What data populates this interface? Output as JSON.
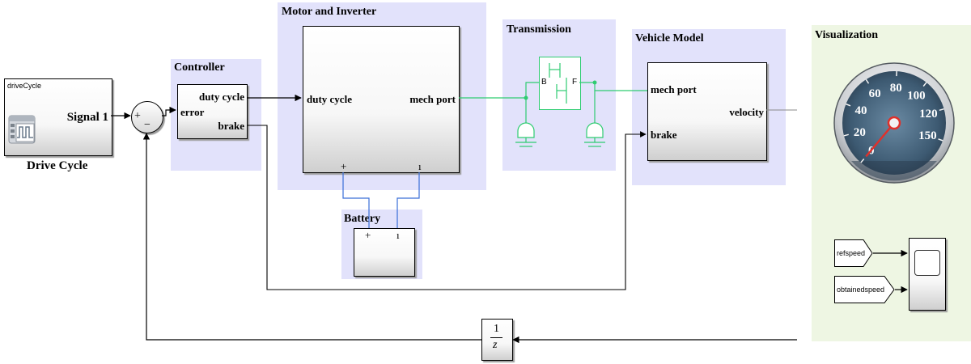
{
  "drive_cycle": {
    "block_name": "driveCycle",
    "signal_label": "Signal 1",
    "caption": "Drive Cycle"
  },
  "sum": {
    "plus": "+",
    "minus": "−"
  },
  "controller": {
    "title": "Controller",
    "in_error": "error",
    "out_duty_cycle": "duty cycle",
    "out_brake": "brake"
  },
  "motor": {
    "title": "Motor and Inverter",
    "in_duty_cycle": "duty cycle",
    "out_mech_port": "mech port",
    "plus": "+",
    "minus": "ı"
  },
  "battery": {
    "title": "Battery",
    "plus": "+",
    "minus": "ı"
  },
  "transmission": {
    "title": "Transmission",
    "port_b": "B",
    "port_f": "F"
  },
  "vehicle": {
    "title": "Vehicle Model",
    "in_mech_port": "mech port",
    "in_brake": "brake",
    "out_velocity": "velocity"
  },
  "visualization": {
    "title": "Visualization",
    "gauge_labels": [
      "0",
      "20",
      "40",
      "60",
      "80",
      "100",
      "120",
      "150"
    ],
    "gauge_needle_value": 0,
    "goto_refspeed": "refspeed",
    "goto_obtainedspeed": "obtainedspeed"
  },
  "delay": {
    "numerator": "1",
    "denominator": "z"
  },
  "colors": {
    "area_bg": "#e2e2fb",
    "visualization_bg": "#eef6e3",
    "mech_wire": "#2ecc71",
    "electrical_wire": "#3a6fd8",
    "signal_wire": "#000000",
    "needle": "#e0302a"
  }
}
